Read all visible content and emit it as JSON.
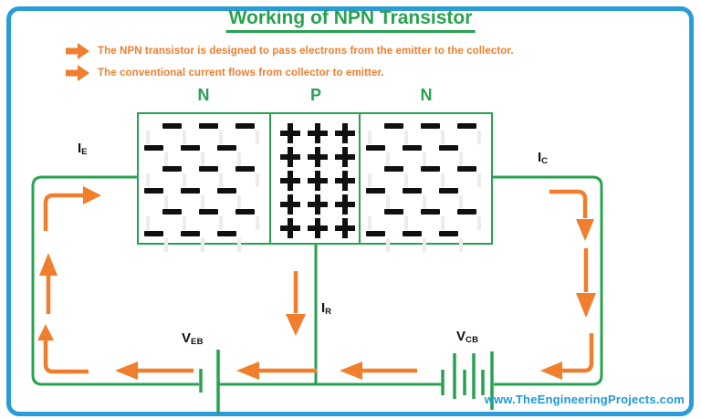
{
  "title": {
    "text": "Working of NPN Transistor"
  },
  "bullets": [
    {
      "text": "The NPN transistor is designed to pass electrons from the emitter to the collector."
    },
    {
      "text": "The conventional current flows from collector to emitter."
    }
  ],
  "transistor": {
    "regions": [
      {
        "label": "N",
        "carrier": "minus",
        "rows": 6,
        "cols": 3
      },
      {
        "label": "P",
        "carrier": "plus",
        "rows": 5,
        "cols": 3
      },
      {
        "label": "N",
        "carrier": "minus",
        "rows": 6,
        "cols": 3
      }
    ]
  },
  "labels": {
    "ie": {
      "base": "I",
      "sub": "E"
    },
    "ic": {
      "base": "I",
      "sub": "C"
    },
    "ir": {
      "base": "I",
      "sub": "R"
    },
    "veb": {
      "base": "V",
      "sub": "EB"
    },
    "vcb": {
      "base": "V",
      "sub": "CB"
    }
  },
  "footer": {
    "website": "www.TheEngineeringProjects.com"
  },
  "colors": {
    "green": "#27a24f",
    "orange": "#f07e2d",
    "border_blue": "#2b9cd8",
    "website_blue": "#1d9ad6",
    "carrier_black": "#101010"
  }
}
